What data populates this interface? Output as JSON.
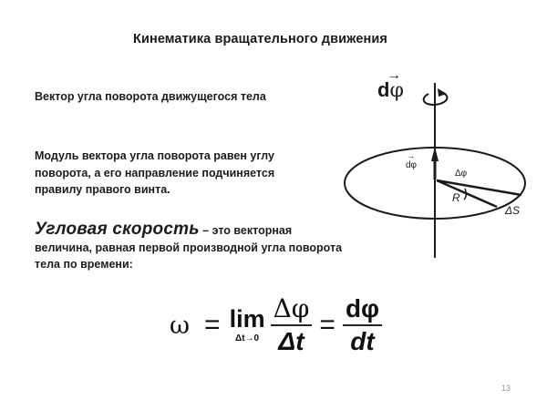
{
  "slide": {
    "title": "Кинематика вращательного движения",
    "vector_line": "Вектор угла поворота движущегося тела",
    "vector_symbol": {
      "arrow": "→",
      "d": "d",
      "phi": "φ"
    },
    "paragraph_modulus": "Модуль вектора угла поворота равен углу поворота, а его направление подчиняется правилу правого винта.",
    "angular_velocity": {
      "term": "Угловая скорость",
      "definition": " – это векторная величина, равная первой производной угла поворота тела по времени:"
    },
    "formula": {
      "omega": "ω",
      "equals": "=",
      "lim": "lim",
      "lim_sub": "Δt→0",
      "frac1_num": "Δφ",
      "frac1_den": "Δt",
      "frac2_num": "dφ",
      "frac2_den": "dt"
    },
    "diagram": {
      "label_dphi_vec": "dφ",
      "label_delta_phi": "Δφ",
      "label_R": "R",
      "label_delta_s": "ΔS",
      "stroke_color": "#1a1a1a"
    },
    "page_number": "13"
  }
}
